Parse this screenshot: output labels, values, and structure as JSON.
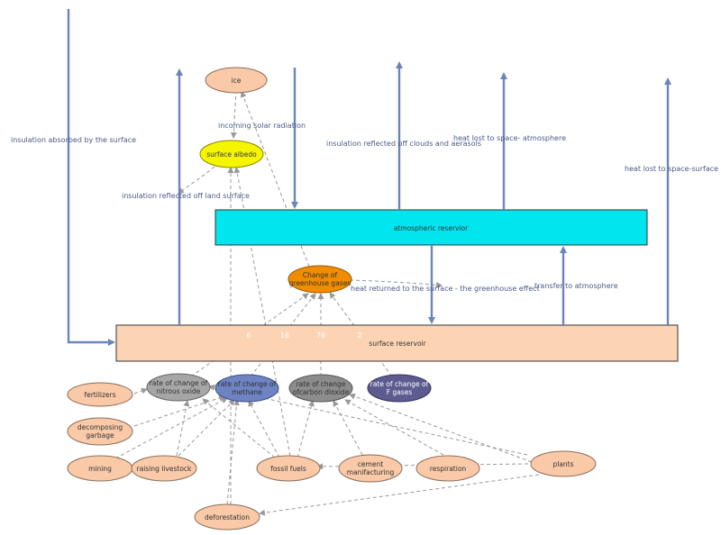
{
  "stocks": {
    "atmospheric": "atmospheric reservior",
    "surface": "surface reservoir"
  },
  "flows": {
    "insulation_absorbed": "insulation absorbed by the surface",
    "incoming_solar": "incoming solar radiation",
    "insulation_land": "insulation reflected off land surface",
    "insulation_clouds": "insulation reflected off clouds and aerasols",
    "heat_lost_atmosphere": "heat lost to space- atmosphere",
    "heat_lost_surface": "heat lost to space-surface",
    "heat_returned": "heat returned to the surface - the greenhouse effect",
    "transfer_atmosphere": "transfer to atmosphere"
  },
  "nodes": {
    "ice": "ice",
    "surface_albedo": "surface albedo",
    "greenhouse_1": "Change of",
    "greenhouse_2": "greenhouse gases",
    "nitrous_1": "rate of change of",
    "nitrous_2": "nitrous oxide",
    "methane_1": "rate of change of",
    "methane_2": "methane",
    "co2_1": "rate of change",
    "co2_2": "ofcarbon dioxide",
    "fgas_1": "rate of change of",
    "fgas_2": "F gases",
    "fertilizers": "fertilizers",
    "garbage_1": "decomposing",
    "garbage_2": "garbage",
    "mining": "mining",
    "livestock": "raising livestock",
    "fossil": "fossil fuels",
    "cement_1": "cement",
    "cement_2": "manifacturing",
    "respiration": "respiration",
    "plants": "plants",
    "deforestation": "deforestation"
  },
  "link_values": [
    "6",
    "16",
    "76",
    "2"
  ],
  "colors": {
    "flow": "#6b85b8",
    "link": "#999999",
    "stock_atmosphere": "#00e5ee",
    "stock_surface": "#fcd4b4",
    "aux_default": "#f9c9a8",
    "albedo": "#f5f500",
    "greenhouse": "#f08c00",
    "nitrous": "#a6a6a6",
    "methane": "#6d83c2",
    "co2": "#8c8c8c",
    "fgas": "#5c5c91"
  }
}
